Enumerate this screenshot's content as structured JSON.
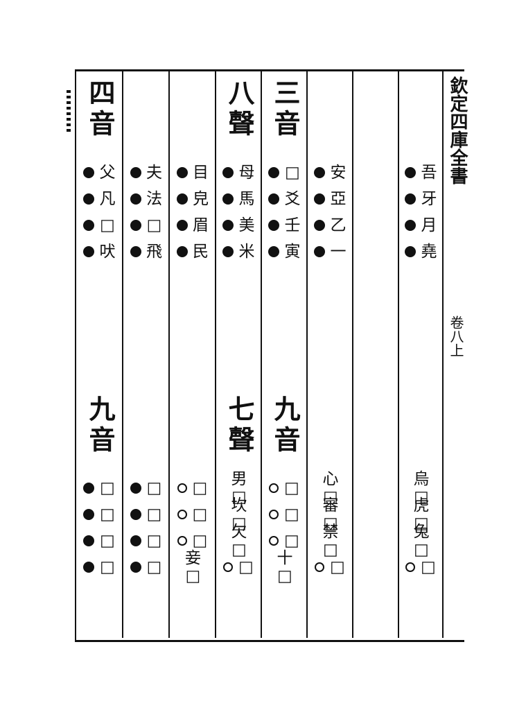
{
  "margin": {
    "title": "欽定四庫全書",
    "volume": "卷八上"
  },
  "columns": [
    {
      "header_top": "四音",
      "header_bottom": "九音",
      "top_rows": [
        {
          "mark": "dot",
          "char": "父"
        },
        {
          "mark": "dot",
          "char": "凡"
        },
        {
          "mark": "dot",
          "char": "□"
        },
        {
          "mark": "dot",
          "char": "吠"
        }
      ],
      "bottom_rows": [
        {
          "mark": "dot",
          "char": "□"
        },
        {
          "mark": "dot",
          "char": "□"
        },
        {
          "mark": "dot",
          "char": "□"
        },
        {
          "mark": "dot",
          "char": "□"
        }
      ]
    },
    {
      "header_top": "",
      "header_bottom": "",
      "top_rows": [
        {
          "mark": "dot",
          "char": "夫"
        },
        {
          "mark": "dot",
          "char": "法"
        },
        {
          "mark": "dot",
          "char": "□"
        },
        {
          "mark": "dot",
          "char": "飛"
        }
      ],
      "bottom_rows": [
        {
          "mark": "dot",
          "char": "□"
        },
        {
          "mark": "dot",
          "char": "□"
        },
        {
          "mark": "dot",
          "char": "□"
        },
        {
          "mark": "dot",
          "char": "□"
        }
      ]
    },
    {
      "header_top": "",
      "header_bottom": "",
      "top_rows": [
        {
          "mark": "dot",
          "char": "目"
        },
        {
          "mark": "dot",
          "char": "皃"
        },
        {
          "mark": "dot",
          "char": "眉"
        },
        {
          "mark": "dot",
          "char": "民"
        }
      ],
      "bottom_rows": [
        {
          "mark": "ring",
          "char": "□"
        },
        {
          "mark": "ring",
          "char": "□"
        },
        {
          "mark": "ring",
          "char": "□"
        },
        {
          "mark": "",
          "char": "妾□"
        }
      ]
    },
    {
      "header_top": "八聲",
      "header_bottom": "七聲",
      "top_rows": [
        {
          "mark": "dot",
          "char": "母"
        },
        {
          "mark": "dot",
          "char": "馬"
        },
        {
          "mark": "dot",
          "char": "美"
        },
        {
          "mark": "dot",
          "char": "米"
        }
      ],
      "bottom_rows": [
        {
          "mark": "",
          "char": "男□"
        },
        {
          "mark": "",
          "char": "坎□"
        },
        {
          "mark": "",
          "char": "欠□"
        },
        {
          "mark": "ring",
          "char": "□"
        }
      ]
    },
    {
      "header_top": "三音",
      "header_bottom": "九音",
      "top_rows": [
        {
          "mark": "dot",
          "char": "□"
        },
        {
          "mark": "dot",
          "char": "爻"
        },
        {
          "mark": "dot",
          "char": "壬"
        },
        {
          "mark": "dot",
          "char": "寅"
        }
      ],
      "bottom_rows": [
        {
          "mark": "ring",
          "char": "□"
        },
        {
          "mark": "ring",
          "char": "□"
        },
        {
          "mark": "ring",
          "char": "□"
        },
        {
          "mark": "",
          "char": "十□"
        }
      ]
    },
    {
      "header_top": "",
      "header_bottom": "",
      "top_rows": [
        {
          "mark": "dot",
          "char": "安"
        },
        {
          "mark": "dot",
          "char": "亞"
        },
        {
          "mark": "dot",
          "char": "乙"
        },
        {
          "mark": "dot",
          "char": "一"
        }
      ],
      "bottom_rows": [
        {
          "mark": "",
          "char": "心□"
        },
        {
          "mark": "",
          "char": "審□"
        },
        {
          "mark": "",
          "char": "禁□"
        },
        {
          "mark": "ring",
          "char": "□"
        }
      ]
    },
    {
      "header_top": "",
      "header_bottom": "",
      "top_rows": [],
      "bottom_rows": []
    },
    {
      "header_top": "",
      "header_bottom": "",
      "top_rows": [
        {
          "mark": "dot",
          "char": "吾"
        },
        {
          "mark": "dot",
          "char": "牙"
        },
        {
          "mark": "dot",
          "char": "月"
        },
        {
          "mark": "dot",
          "char": "堯"
        }
      ],
      "bottom_rows": [
        {
          "mark": "",
          "char": "烏□"
        },
        {
          "mark": "",
          "char": "虎□"
        },
        {
          "mark": "",
          "char": "兔□"
        },
        {
          "mark": "ring",
          "char": "□"
        }
      ]
    }
  ]
}
